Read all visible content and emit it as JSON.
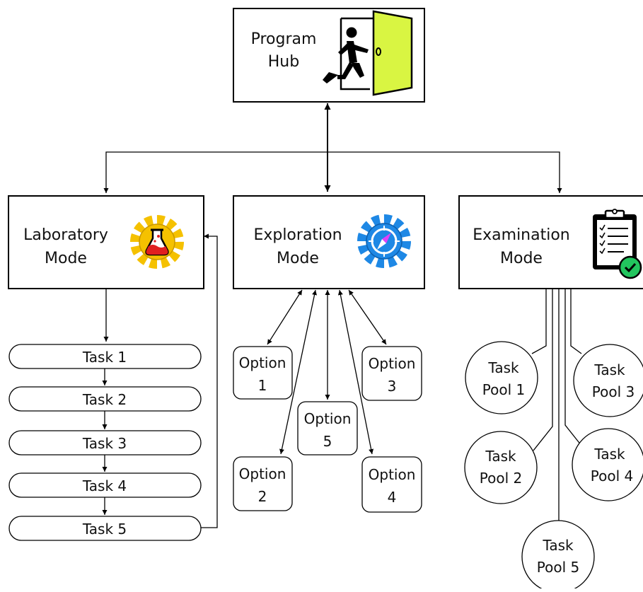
{
  "hub": {
    "line1": "Program",
    "line2": "Hub"
  },
  "modes": {
    "laboratory": {
      "line1": "Laboratory",
      "line2": "Mode"
    },
    "exploration": {
      "line1": "Exploration",
      "line2": "Mode"
    },
    "examination": {
      "line1": "Examination",
      "line2": "Mode"
    }
  },
  "tasks": [
    "Task 1",
    "Task 2",
    "Task 3",
    "Task 4",
    "Task 5"
  ],
  "options": {
    "o1": {
      "line1": "Option",
      "line2": "1"
    },
    "o2": {
      "line1": "Option",
      "line2": "2"
    },
    "o3": {
      "line1": "Option",
      "line2": "3"
    },
    "o4": {
      "line1": "Option",
      "line2": "4"
    },
    "o5": {
      "line1": "Option",
      "line2": "5"
    }
  },
  "pools": {
    "p1": {
      "line1": "Task",
      "line2": "Pool 1"
    },
    "p2": {
      "line1": "Task",
      "line2": "Pool 2"
    },
    "p3": {
      "line1": "Task",
      "line2": "Pool 3"
    },
    "p4": {
      "line1": "Task",
      "line2": "Pool 4"
    },
    "p5": {
      "line1": "Task",
      "line2": "Pool 5"
    }
  },
  "icons": {
    "hub": "person-entering-door-icon",
    "laboratory": "flask-gear-icon",
    "exploration": "compass-gear-icon",
    "examination": "clipboard-checklist-icon"
  },
  "colors": {
    "door": "#d9f542",
    "gear_lab": "#f5c100",
    "gear_exploration": "#1e88e5",
    "liquid": "#e02020",
    "compass_needle": "#e040fb",
    "check": "#22c55e"
  }
}
